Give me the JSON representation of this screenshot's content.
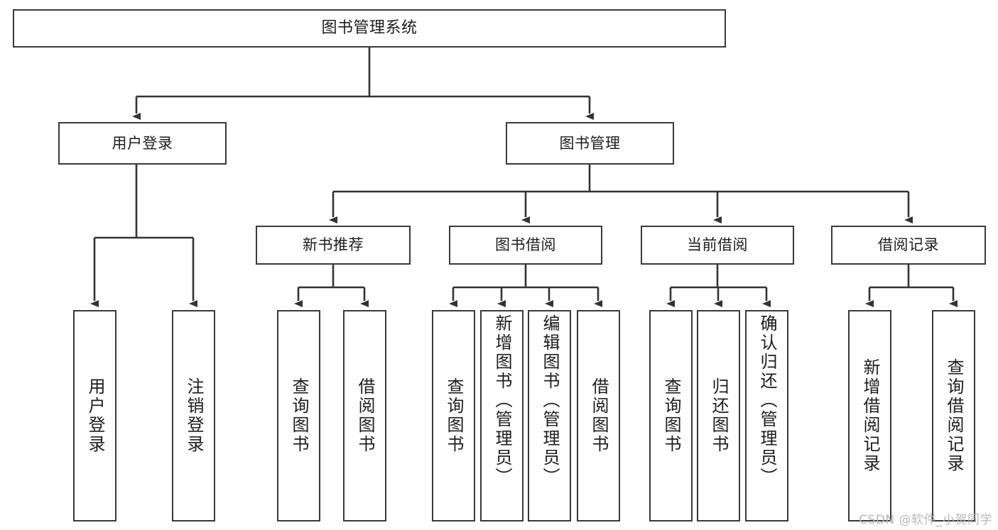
{
  "diagram": {
    "title": "图书管理系统",
    "watermark": "CSDN @软件_小贺同学",
    "colors": {
      "box_border": "#3a3a3a",
      "box_fill": "#ffffff",
      "connector": "#333333",
      "text": "#1d1d1d",
      "watermark": "#b8b8b8",
      "background": "#ffffff"
    },
    "root": {
      "label": "图书管理系统"
    },
    "level2": [
      {
        "label": "用户登录"
      },
      {
        "label": "图书管理"
      }
    ],
    "level3": [
      {
        "label": "新书推荐"
      },
      {
        "label": "图书借阅"
      },
      {
        "label": "当前借阅"
      },
      {
        "label": "借阅记录"
      }
    ],
    "leaves": {
      "user_login": [
        {
          "label": "用户登录"
        },
        {
          "label": "注销登录"
        }
      ],
      "new_book_recommend": [
        {
          "label": "查询图书"
        },
        {
          "label": "借阅图书"
        }
      ],
      "book_borrow": [
        {
          "label": "查询图书"
        },
        {
          "label": "新增图书（管理员）"
        },
        {
          "label": "编辑图书（管理员）"
        },
        {
          "label": "借阅图书"
        }
      ],
      "current_borrow": [
        {
          "label": "查询图书"
        },
        {
          "label": "归还图书"
        },
        {
          "label": "确认归还（管理员）"
        }
      ],
      "borrow_record": [
        {
          "label": "新增借阅记录"
        },
        {
          "label": "查询借阅记录"
        }
      ]
    }
  }
}
